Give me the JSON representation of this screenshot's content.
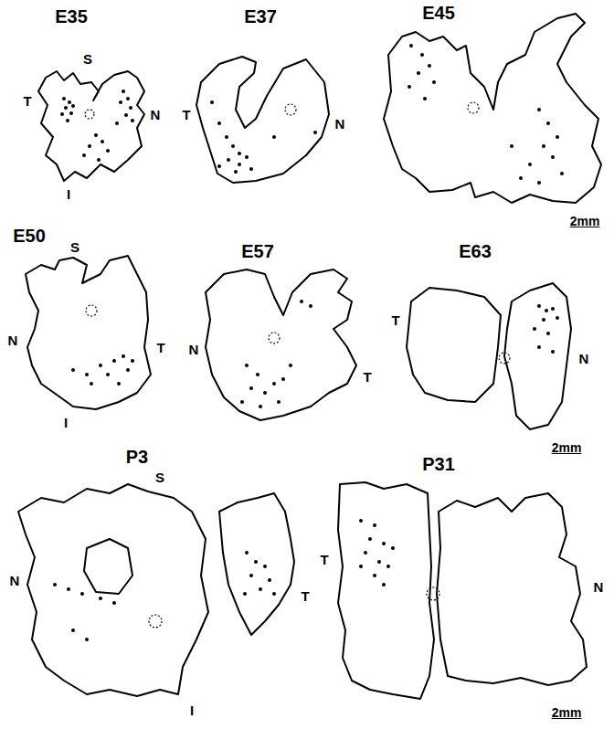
{
  "diagram": {
    "labels": [
      "E35",
      "S",
      "T",
      "N",
      "I",
      "E37",
      "T",
      "N",
      "E45",
      "2mm",
      "E50",
      "S",
      "N",
      "T",
      "I",
      "E57",
      "N",
      "T",
      "E63",
      "T",
      "N",
      "2mm",
      "P3",
      "S",
      "N",
      "T",
      "I",
      "P31",
      "T",
      "N",
      "2mm"
    ]
  }
}
